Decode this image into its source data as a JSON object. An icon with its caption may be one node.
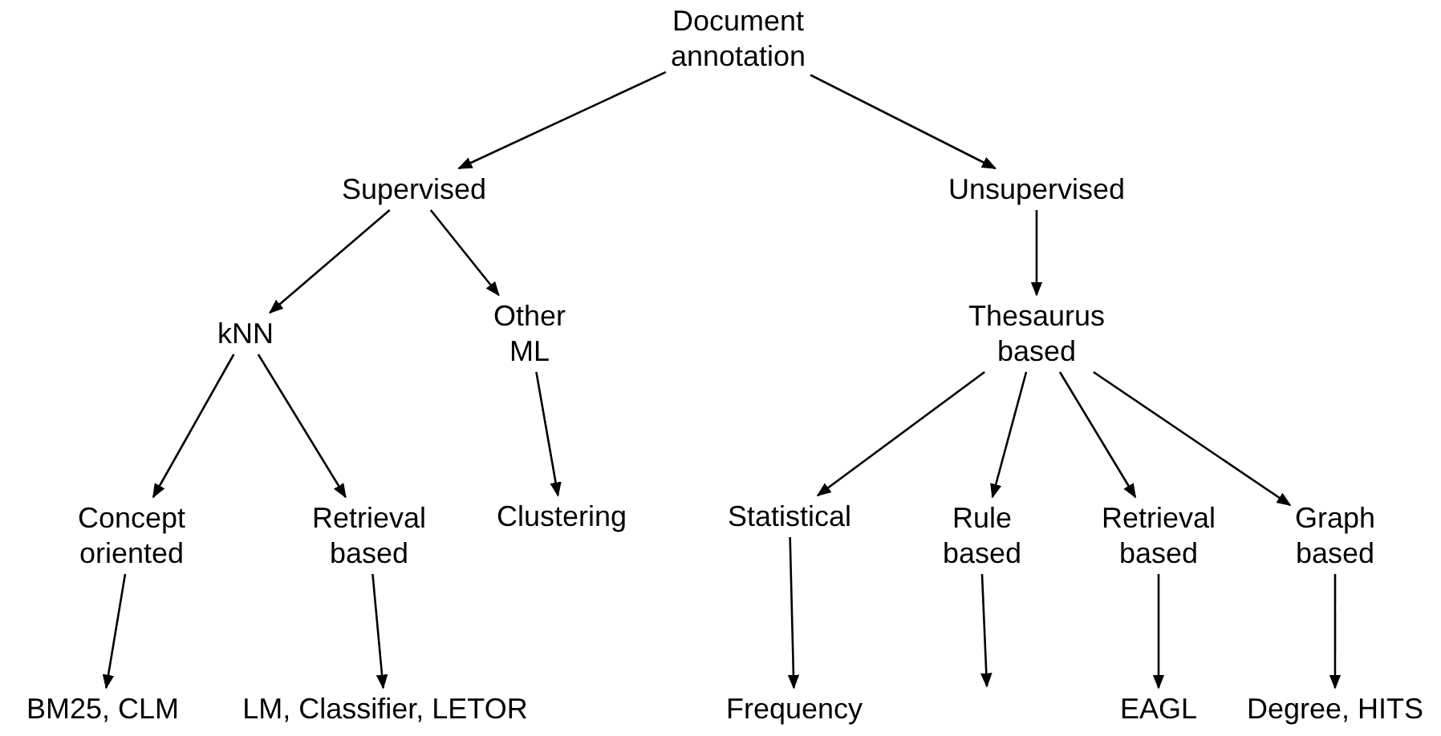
{
  "diagram": {
    "nodes": [
      {
        "text": [
          "Document annotation"
        ]
      },
      {
        "text": [
          "Supervised"
        ]
      },
      {
        "text": [
          "Unsupervised"
        ]
      },
      {
        "text": [
          "kNN"
        ]
      },
      {
        "text": [
          "Other ML"
        ]
      },
      {
        "text": [
          "Thesaurus based"
        ]
      },
      {
        "text": [
          "Concept oriented"
        ]
      },
      {
        "text": [
          "Retrieval based"
        ]
      },
      {
        "text": [
          "Clustering"
        ]
      },
      {
        "text": [
          "Statistical"
        ]
      },
      {
        "text": [
          "Rule based"
        ]
      },
      {
        "text": [
          "Retrieval based"
        ]
      },
      {
        "text": [
          "Graph based"
        ]
      },
      {
        "text": [
          "BM25, CLM"
        ]
      },
      {
        "text": [
          "LM, Classifier, LETOR"
        ]
      },
      {
        "text": [
          "Frequency"
        ]
      },
      {
        "text": [
          "EAGL"
        ]
      },
      {
        "text": [
          "Degree, HITS"
        ]
      }
    ],
    "edges": [
      {
        "from": 0,
        "to": 1,
        "arrow": "to"
      },
      {
        "from": 0,
        "to": 2,
        "arrow": "to"
      },
      {
        "from": 1,
        "to": 3,
        "arrow": "to"
      },
      {
        "from": 1,
        "to": 4,
        "arrow": "to"
      },
      {
        "from": 2,
        "to": 5,
        "arrow": "to"
      },
      {
        "from": 3,
        "to": 6,
        "arrow": "to"
      },
      {
        "from": 3,
        "to": 7,
        "arrow": "to"
      },
      {
        "from": 4,
        "to": 8,
        "arrow": "to"
      },
      {
        "from": 5,
        "to": 9,
        "arrow": "to"
      },
      {
        "from": 5,
        "to": 10,
        "arrow": "to"
      },
      {
        "from": 5,
        "to": 11,
        "arrow": "to"
      },
      {
        "from": 5,
        "to": 12,
        "arrow": "to"
      },
      {
        "from": 6,
        "to": 13,
        "arrow": "to"
      },
      {
        "from": 7,
        "to": 14,
        "arrow": "to"
      },
      {
        "from": 9,
        "to": 15,
        "arrow": "to"
      },
      {
        "from": 10,
        "to": null,
        "arrow": "to"
      },
      {
        "from": 11,
        "to": 16,
        "arrow": "to"
      },
      {
        "from": 12,
        "to": 17,
        "arrow": "to"
      }
    ]
  }
}
